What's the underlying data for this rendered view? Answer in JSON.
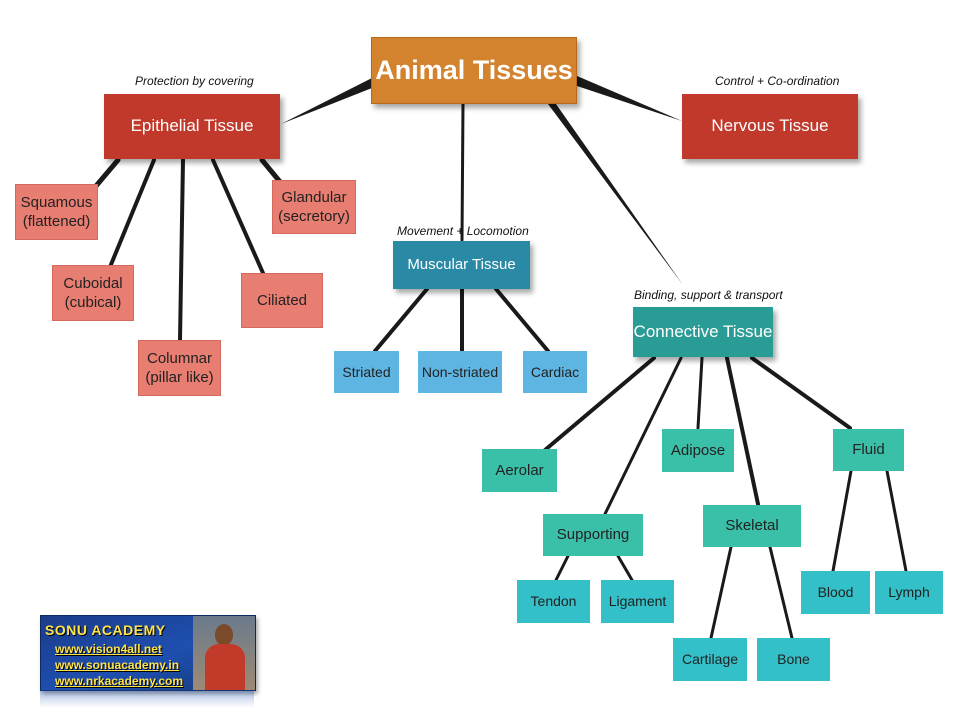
{
  "diagram": {
    "title": "Animal Tissues",
    "epithelial": {
      "label": "Epithelial Tissue",
      "caption": "Protection by covering",
      "children": [
        "Squamous\n(flattened)",
        "Cuboidal\n(cubical)",
        "Columnar\n(pillar like)",
        "Ciliated",
        "Glandular\n(secretory)"
      ]
    },
    "nervous": {
      "label": "Nervous Tissue",
      "caption": "Control + Co-ordination"
    },
    "muscular": {
      "label": "Muscular Tissue",
      "caption": "Movement  +  Locomotion",
      "children": [
        "Striated",
        "Non-striated",
        "Cardiac"
      ]
    },
    "connective": {
      "label": "Connective Tissue",
      "caption": "Binding, support & transport",
      "children": [
        "Aerolar",
        "Supporting",
        "Adipose",
        "Skeletal",
        "Fluid"
      ],
      "supporting_children": [
        "Tendon",
        "Ligament"
      ],
      "skeletal_children": [
        "Cartilage",
        "Bone"
      ],
      "fluid_children": [
        "Blood",
        "Lymph"
      ]
    }
  },
  "logo": {
    "brand": "SONU ACADEMY",
    "urls": [
      "www.vision4all.net",
      "www.sonuacademy.in",
      "www.nrkacademy.com"
    ]
  },
  "colors": {
    "root": "#d3832d",
    "epithelial": "#c0392b",
    "epithelial_children": "#e87d71",
    "muscular": "#2a8aa6",
    "muscular_children": "#5fb5e1",
    "connective": "#2a9c96",
    "connective_children": "#3abfa9",
    "leaf_children": "#33c0c9"
  }
}
